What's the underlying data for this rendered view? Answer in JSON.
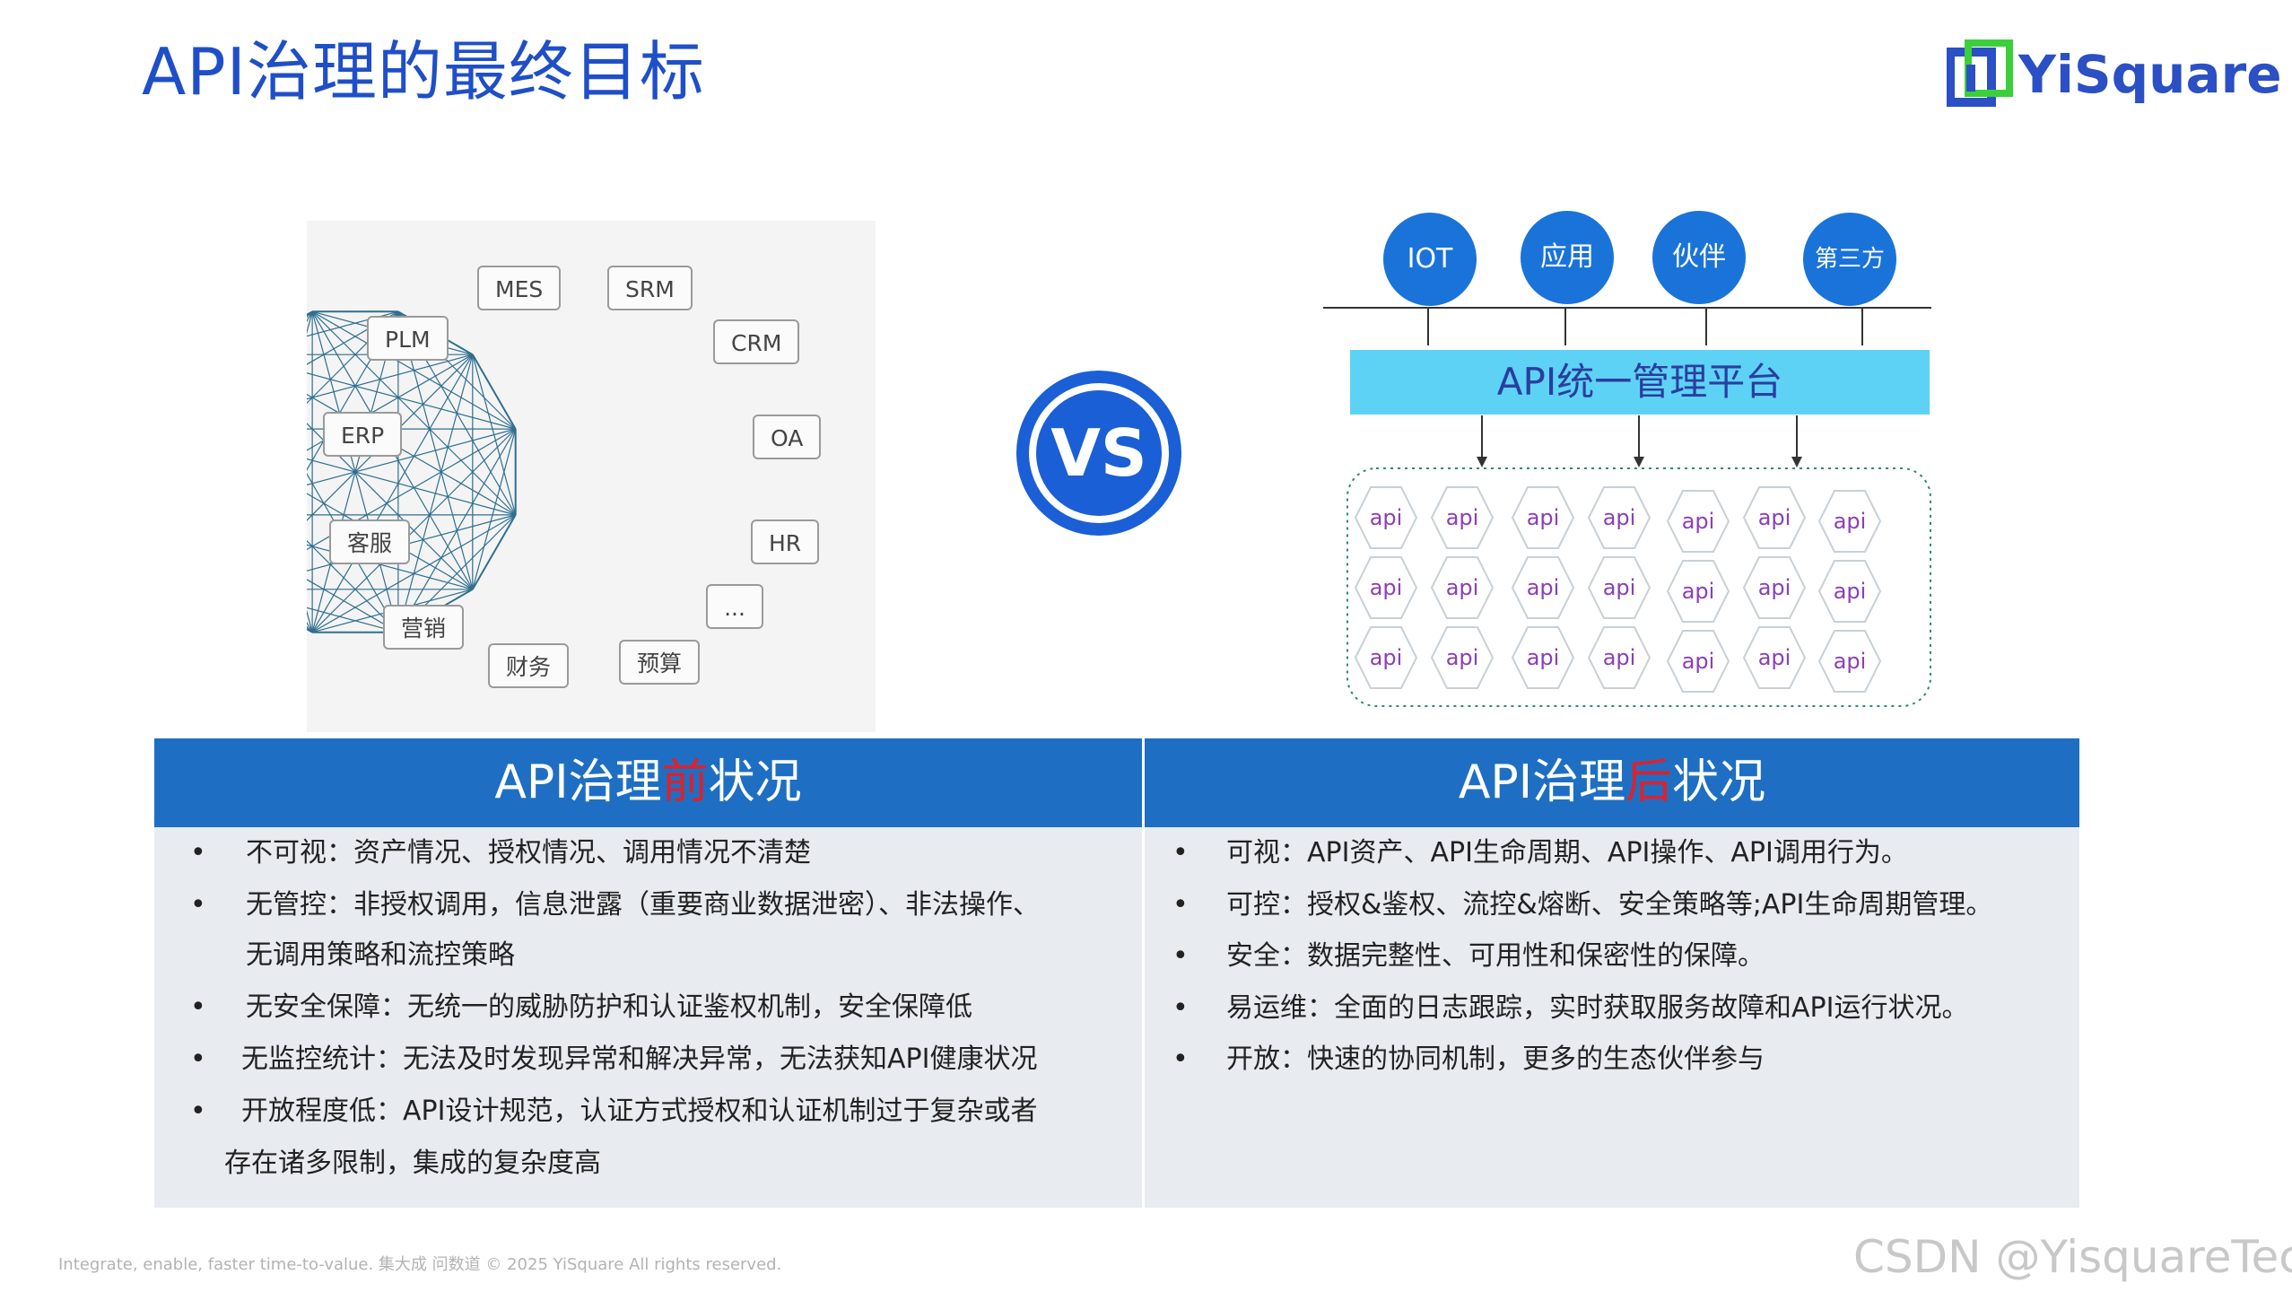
{
  "page": {
    "title": "API治理的最终目标"
  },
  "logo": {
    "text": "YiSquare",
    "brand_color": "#2b4fc4",
    "accent_color": "#3ccf3c"
  },
  "mesh": {
    "systems": [
      "MES",
      "SRM",
      "CRM",
      "OA",
      "HR",
      "...",
      "预算",
      "财务",
      "营销",
      "客服",
      "ERP",
      "PLM"
    ],
    "line_color": "#2f6f8f"
  },
  "vs": {
    "label": "VS",
    "color": "#1a5fd6"
  },
  "architecture": {
    "consumers": [
      "IOT",
      "应用",
      "伙伴",
      "第三方"
    ],
    "platform_label": "API统一管理平台",
    "api_label": "api",
    "api_rows": 3,
    "api_cols": 7
  },
  "comparison": {
    "before": {
      "prefix": "API治理",
      "highlight": "前",
      "suffix": "状况"
    },
    "after": {
      "prefix": "API治理",
      "highlight": "后",
      "suffix": "状况"
    },
    "before_items": [
      "不可视：资产情况、授权情况、调用情况不清楚",
      "无管控：非授权调用，信息泄露（重要商业数据泄密）、非法操作、",
      "无调用策略和流控策略",
      "无安全保障：无统一的威胁防护和认证鉴权机制，安全保障低",
      "无监控统计：无法及时发现异常和解决异常，无法获知API健康状况",
      "开放程度低：API设计规范，认证方式授权和认证机制过于复杂或者",
      "存在诸多限制，集成的复杂度高"
    ],
    "after_items": [
      "可视：API资产、API生命周期、API操作、API调用行为。",
      "可控：授权&鉴权、流控&熔断、安全策略等;API生命周期管理。",
      "安全：数据完整性、可用性和保密性的保障。",
      "易运维：全面的日志跟踪，实时获取服务故障和API运行状况。",
      "开放：快速的协同机制，更多的生态伙伴参与"
    ],
    "bullet_char": "•",
    "header_color": "#1e6fc3",
    "highlight_color": "#e0202b"
  },
  "footer": {
    "text": "Integrate, enable, faster time-to-value.  集大成 问数道  © 2025 YiSquare All rights reserved.",
    "watermark": "CSDN @YisquareTech"
  }
}
